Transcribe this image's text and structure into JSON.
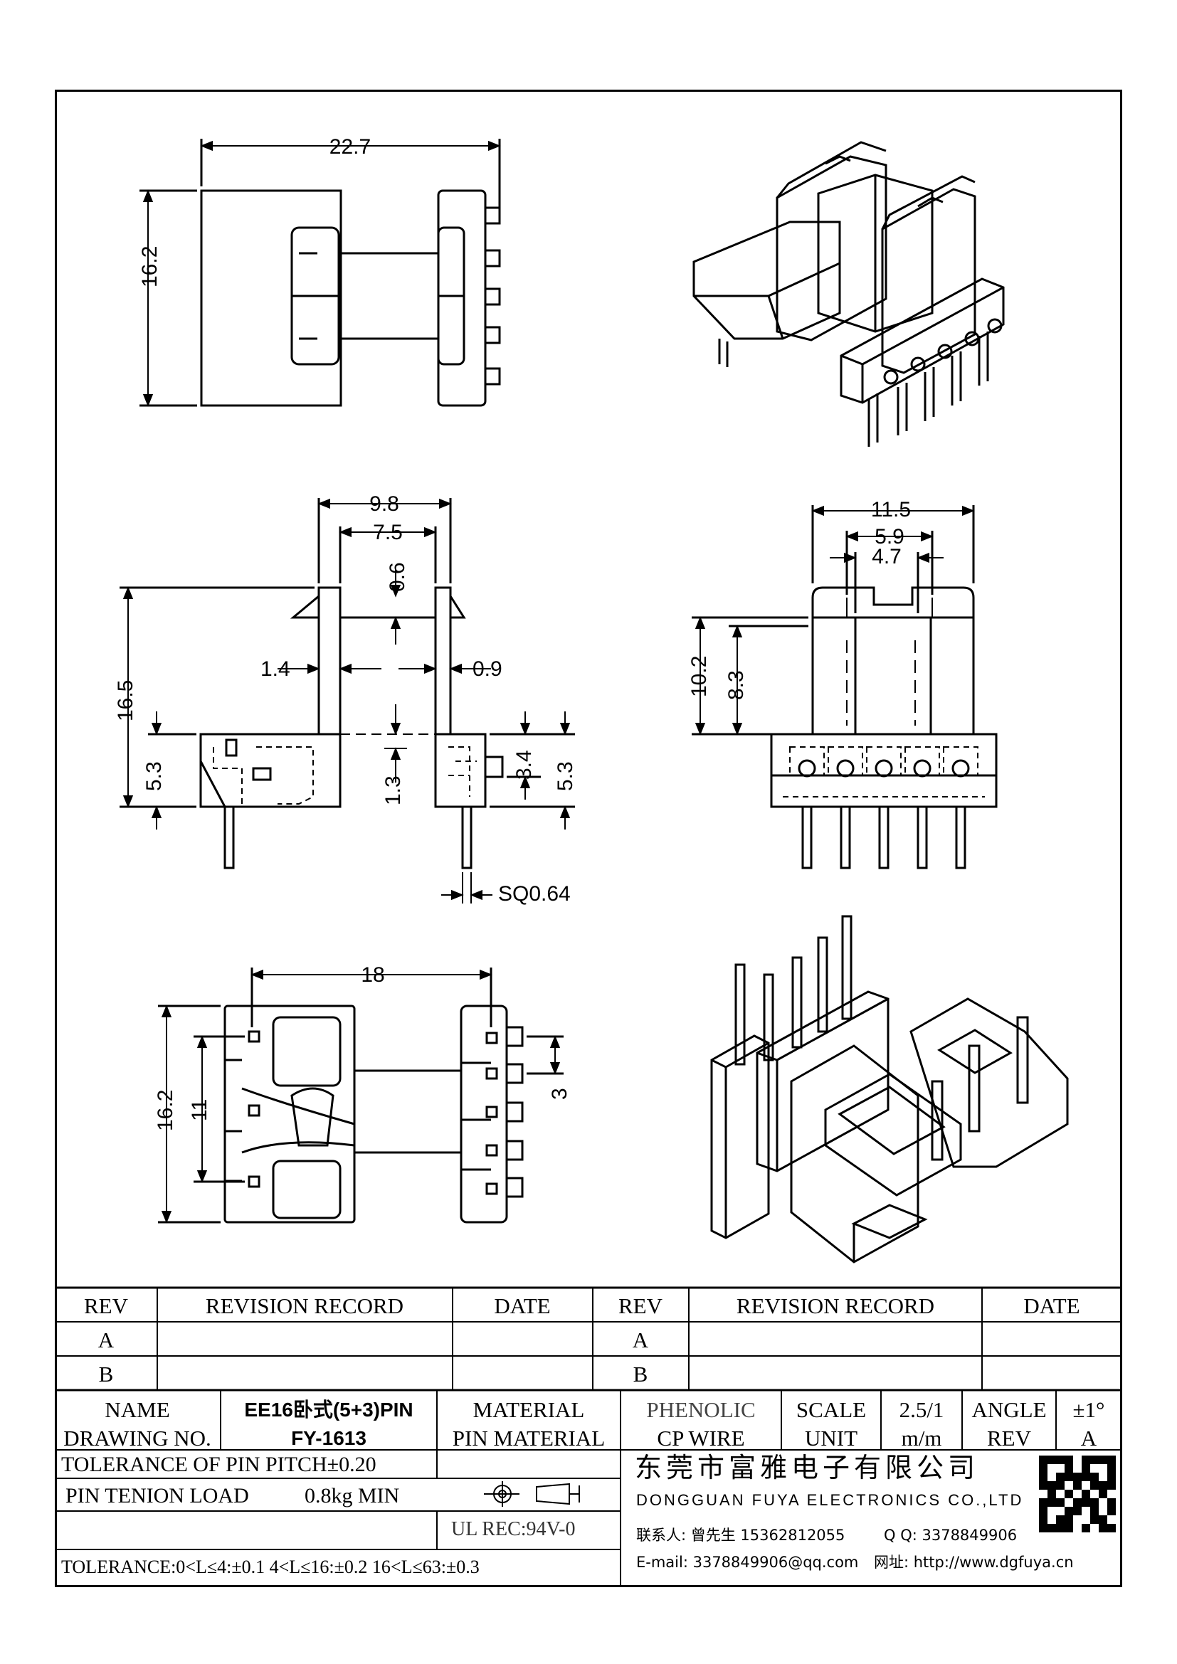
{
  "dimensions": {
    "top_width": "22.7",
    "top_height": "16.2",
    "side_outer_width": "9.8",
    "side_inner_width": "7.5",
    "flange_thickness": "0.6",
    "wall_left": "1.4",
    "wall_right": "0.9",
    "side_height": "16.5",
    "base_height_left": "5.3",
    "center_offset": "1.3",
    "pin_offset": "3.4",
    "base_height_right": "5.3",
    "pin_size": "SQ0.64",
    "front_width": "11.5",
    "front_slot_outer": "5.9",
    "front_slot_inner": "4.7",
    "front_height": "10.2",
    "front_window_height": "8.3",
    "bottom_width": "18",
    "bottom_height": "16.2",
    "bottom_pin_span": "11",
    "pin_pitch": "3"
  },
  "revision_table": {
    "headers": [
      "REV",
      "REVISION RECORD",
      "DATE",
      "REV",
      "REVISION RECORD",
      "DATE"
    ],
    "rows": [
      [
        "A",
        "",
        "",
        "A",
        "",
        ""
      ],
      [
        "B",
        "",
        "",
        "B",
        "",
        ""
      ]
    ]
  },
  "title_block": {
    "name_label": "NAME",
    "name_value": "EE16卧式(5+3)PIN",
    "material_label": "MATERIAL",
    "material_value": "PHENOLIC",
    "scale_label": "SCALE",
    "scale_value": "2.5/1",
    "angle_label": "ANGLE",
    "angle_value": "±1°",
    "drawing_no_label": "DRAWING NO.",
    "drawing_no_value": "FY-1613",
    "pin_material_label": "PIN MATERIAL",
    "pin_material_value": "CP WIRE",
    "unit_label": "UNIT",
    "unit_value": "m/m",
    "rev_label": "REV",
    "rev_value": "A",
    "pitch_tolerance": "TOLERANCE OF PIN PITCH±0.20",
    "pin_tension_label": "PIN TENION LOAD",
    "pin_tension_value": "0.8kg MIN",
    "ul_rec": "UL REC:94V-0",
    "general_tolerance": "TOLERANCE:0<L≤4:±0.1  4<L≤16:±0.2  16<L≤63:±0.3"
  },
  "company": {
    "name_cn": "东莞市富雅电子有限公司",
    "name_en": "DONGGUAN FUYA ELECTRONICS CO.,LTD",
    "contact": "联系人: 曾先生 15362812055",
    "qq": "Q Q: 3378849906",
    "email": "E-mail: 3378849906@qq.com",
    "website": "网址: http://www.dgfuya.cn"
  }
}
